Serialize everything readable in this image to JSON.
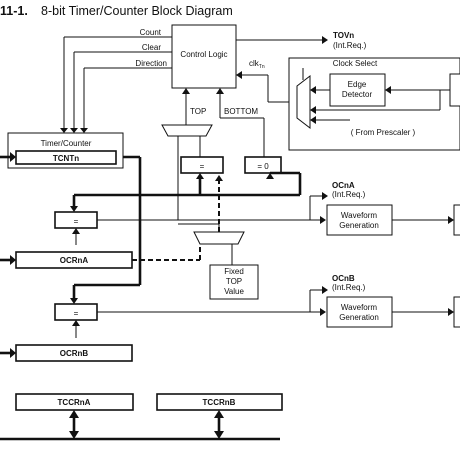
{
  "title": {
    "number": "11-1.",
    "text": "8-bit Timer/Counter Block Diagram"
  },
  "control_logic": {
    "label": "Control Logic",
    "inputs": [
      "Count",
      "Clear",
      "Direction"
    ],
    "clk_label": "clk",
    "clk_sub": "Tn",
    "top_label": "TOP",
    "bottom_label": "BOTTOM"
  },
  "tov": {
    "name": "TOVn",
    "note": "(Int.Req.)"
  },
  "clock_select": {
    "label": "Clock Select",
    "edge_detector": [
      "Edge",
      "Detector"
    ],
    "prescaler": "( From Prescaler )"
  },
  "timer_counter": {
    "label": "Timer/Counter",
    "register": "TCNTn"
  },
  "comparators": {
    "equal": "=",
    "equal_zero": "= 0"
  },
  "channel_a": {
    "ocr": "OCRnA",
    "oc_name": "OCnA",
    "oc_note": "(Int.Req.)",
    "waveform": [
      "Waveform",
      "Generation"
    ]
  },
  "channel_b": {
    "ocr": "OCRnB",
    "oc_name": "OCnB",
    "oc_note": "(Int.Req.)",
    "waveform": [
      "Waveform",
      "Generation"
    ]
  },
  "fixed_top": [
    "Fixed",
    "TOP",
    "Value"
  ],
  "control_registers": [
    "TCCRnA",
    "TCCRnB"
  ]
}
